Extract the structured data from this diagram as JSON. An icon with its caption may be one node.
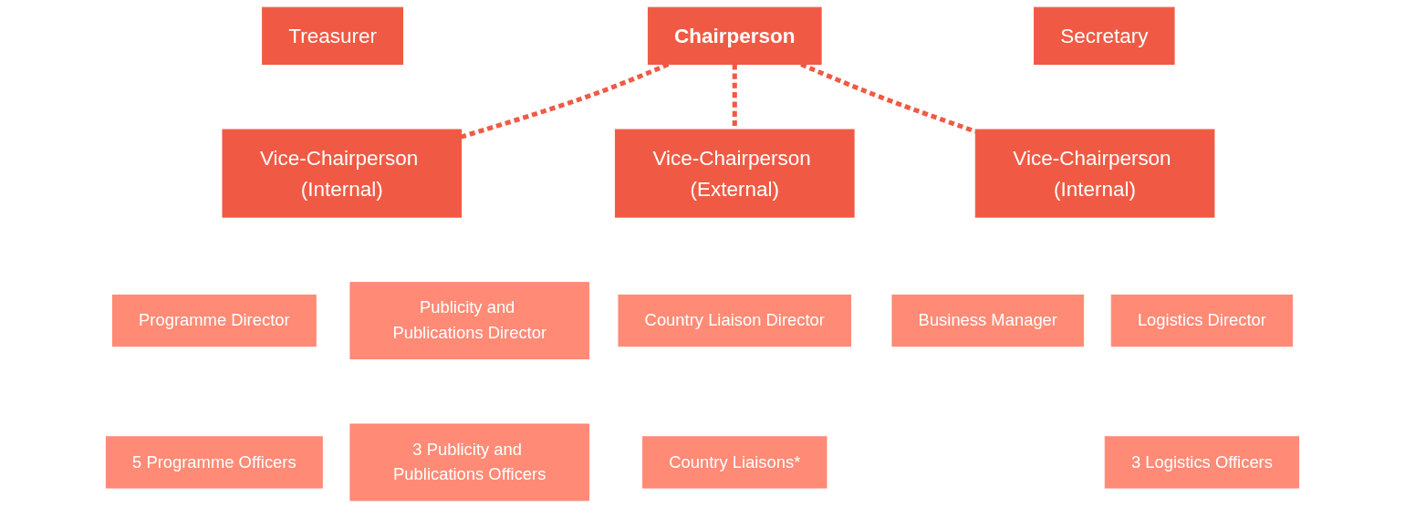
{
  "diagram": {
    "nodes": [
      {
        "text": [
          "Chairperson"
        ]
      },
      {
        "text": [
          "Treasurer"
        ]
      },
      {
        "text": [
          "Secretary"
        ]
      },
      {
        "text": [
          "Vice-Chairperson (Internal)"
        ]
      },
      {
        "text": [
          "Vice-Chairperson (External)"
        ]
      },
      {
        "text": [
          "Vice-Chairperson (Internal)"
        ]
      },
      {
        "text": [
          "Programme Director"
        ]
      },
      {
        "text": [
          "Publicity and Publications Director"
        ]
      },
      {
        "text": [
          "Country Liaison Director"
        ]
      },
      {
        "text": [
          "Business Manager"
        ]
      },
      {
        "text": [
          "Logistics Director"
        ]
      },
      {
        "text": [
          "5 Programme Officers"
        ]
      },
      {
        "text": [
          "3 Publicity and Publications Officers"
        ]
      },
      {
        "text": [
          "Country Liaisons*"
        ]
      },
      {
        "text": [
          "3 Logistics Officers"
        ]
      }
    ],
    "edges": [
      {
        "from": 0,
        "to": 3,
        "arrow": "none",
        "style": "dashed"
      },
      {
        "from": 0,
        "to": 4,
        "arrow": "none",
        "style": "dashed"
      },
      {
        "from": 0,
        "to": 5,
        "arrow": "none",
        "style": "dashed"
      }
    ]
  }
}
